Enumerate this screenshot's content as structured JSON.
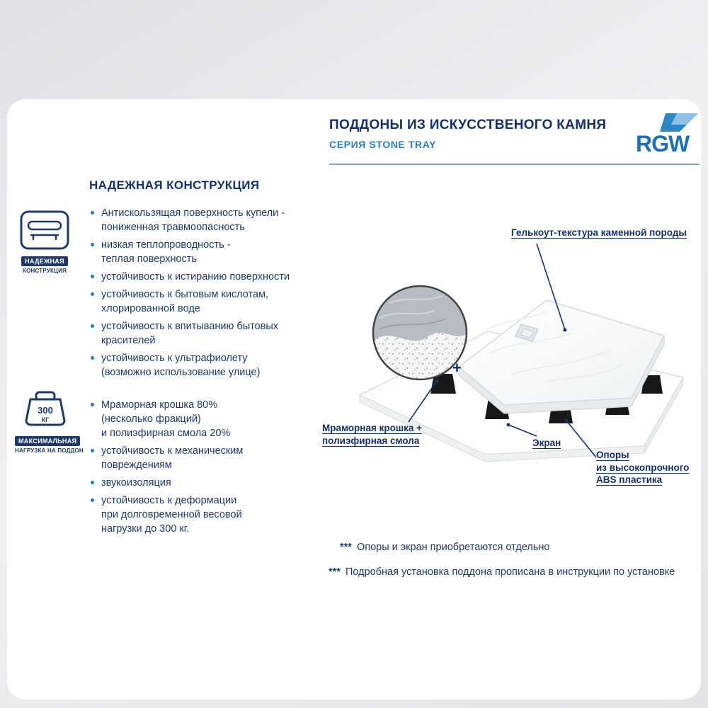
{
  "header": {
    "title": "ПОДДОНЫ ИЗ ИСКУССТВЕНОГО КАМНЯ",
    "subtitle": "СЕРИЯ STONE TRAY",
    "brand": "RGW"
  },
  "left": {
    "heading": "НАДЕЖНАЯ КОНСТРУКЦИЯ",
    "reliability_badge": {
      "label_top": "НАДЕЖНАЯ",
      "label_bottom": "КОНСТРУКЦИЯ"
    },
    "features_construction": [
      "Антискользящая поверхность купели -\nпониженная травмоопасность",
      "низкая теплопроводность -\nтеплая поверхность",
      "устойчивость к истиранию поверхности",
      "устойчивость к бытовым кислотам,\nхлорированной воде",
      "устойчивость к впитыванию бытовых\nкрасителей",
      "устойчивость к ультрафиолету\n(возможно использование улице)"
    ],
    "load_badge": {
      "value": "300",
      "unit": "КГ",
      "label_top": "МАКСИМАЛЬНАЯ",
      "label_bottom": "НАГРУЗКА НА ПОДДОН"
    },
    "features_material": [
      "Мраморная крошка 80%\n(несколько фракций)\nи полиэфирная смола 20%",
      "устойчивость к механическим\nповреждениям",
      "звукоизоляция",
      "устойчивость к деформации\nпри долговременной весовой\nнагрузки до 300 кг."
    ]
  },
  "diagram": {
    "callout_texture": "Гелькоут-текстура каменной породы",
    "callout_marble": "Мраморная крошка +\nполиэфирная смола",
    "callout_screen": "Экран",
    "callout_supports": "Опоры\nиз высокопрочного\nABS пластика",
    "plus": "+"
  },
  "footnotes": [
    {
      "marker": "***",
      "text": "Опоры и экран приобретаются отдельно"
    },
    {
      "marker": "***",
      "text": "Подробная установка поддона прописана в инструкции по установке"
    }
  ],
  "colors": {
    "navy": "#1d3a6b",
    "blue": "#2478bd"
  }
}
